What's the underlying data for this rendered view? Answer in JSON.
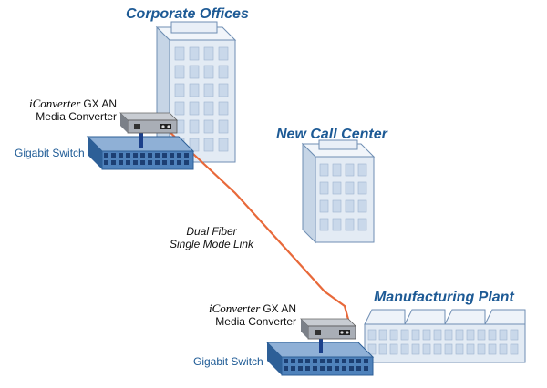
{
  "titles": {
    "corporate": "Corporate Offices",
    "call_center": "New Call Center",
    "manufacturing": "Manufacturing Plant"
  },
  "converter_top": {
    "brand": "iConverter",
    "model": "GX AN",
    "line2": "Media Converter"
  },
  "converter_bottom": {
    "brand": "iConverter",
    "model": "GX AN",
    "line2": "Media Converter"
  },
  "switch_top_label": "Gigabit Switch",
  "switch_bottom_label": "Gigabit Switch",
  "fiber_link": {
    "line1": "Dual Fiber",
    "line2": "Single Mode Link"
  },
  "colors": {
    "title": "#1d5a95",
    "fiber": "#e8693a",
    "switch": "#2d6aa8",
    "building": "#dfe8f2",
    "window": "#c9d8ea"
  }
}
